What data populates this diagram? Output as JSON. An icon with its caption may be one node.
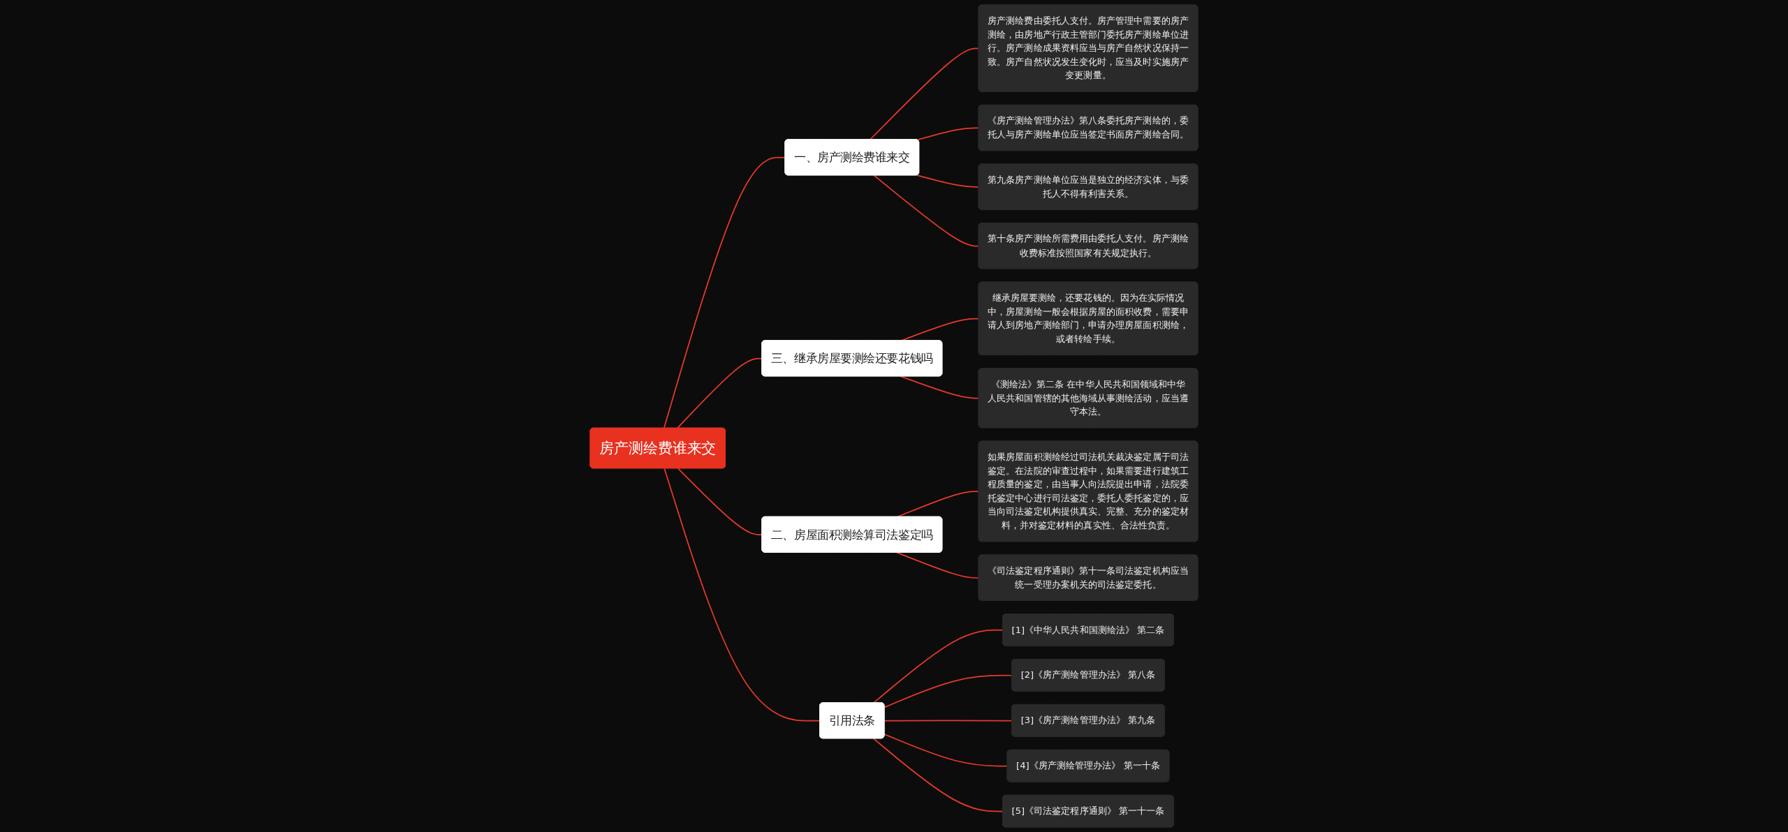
{
  "diagram": {
    "nodes": [
      {
        "text": [
          "房产测绘费谁来交"
        ]
      },
      {
        "text": [
          "一、房产测绘费谁来交"
        ]
      },
      {
        "text": [
          "房产测绘费由委托人支付。房产管理中需要的房产测绘，由房地产行政主管部门委托房产测绘单位进行。房产测绘成果资料应当与房产自然状况保持一致。房产自然状况发生变化时，应当及时实施房产变更测量。"
        ]
      },
      {
        "text": [
          "《房产测绘管理办法》第八条委托房产测绘的，委托人与房产测绘单位应当签定书面房产测绘合同。"
        ]
      },
      {
        "text": [
          "第九条房产测绘单位应当是独立的经济实体，与委托人不得有利害关系。"
        ]
      },
      {
        "text": [
          "第十条房产测绘所需费用由委托人支付。房产测绘收费标准按照国家有关规定执行。"
        ]
      },
      {
        "text": [
          "三、继承房屋要测绘还要花钱吗"
        ]
      },
      {
        "text": [
          "继承房屋要测绘，还要花钱的。因为在实际情况中，房屋测绘一般会根据房屋的面积收费，需要申请人到房地产测绘部门，申请办理房屋面积测绘，或者转绘手续。"
        ]
      },
      {
        "text": [
          "《测绘法》第二条 在中华人民共和国领域和中华人民共和国管辖的其他海域从事测绘活动，应当遵守本法。"
        ]
      },
      {
        "text": [
          "二、房屋面积测绘算司法鉴定吗"
        ]
      },
      {
        "text": [
          "如果房屋面积测绘经过司法机关裁决鉴定属于司法鉴定。在法院的审查过程中，如果需要进行建筑工程质量的鉴定，由当事人向法院提出申请，法院委托鉴定中心进行司法鉴定，委托人委托鉴定的，应当向司法鉴定机构提供真实、完整、充分的鉴定材料，并对鉴定材料的真实性、合法性负责。"
        ]
      },
      {
        "text": [
          "《司法鉴定程序通则》第十一条司法鉴定机构应当统一受理办案机关的司法鉴定委托。"
        ]
      },
      {
        "text": [
          "引用法条"
        ]
      },
      {
        "text": [
          "[1]《中华人民共和国测绘法》 第二条"
        ]
      },
      {
        "text": [
          "[2]《房产测绘管理办法》 第八条"
        ]
      },
      {
        "text": [
          "[3]《房产测绘管理办法》 第九条"
        ]
      },
      {
        "text": [
          "[4]《房产测绘管理办法》 第一十条"
        ]
      },
      {
        "text": [
          "[5]《司法鉴定程序通则》 第一十一条"
        ]
      }
    ],
    "edges": [
      {
        "from": 0,
        "to": 1,
        "arrow": "none"
      },
      {
        "from": 1,
        "to": 2,
        "arrow": "none"
      },
      {
        "from": 1,
        "to": 3,
        "arrow": "none"
      },
      {
        "from": 1,
        "to": 4,
        "arrow": "none"
      },
      {
        "from": 1,
        "to": 5,
        "arrow": "none"
      },
      {
        "from": 0,
        "to": 6,
        "arrow": "none"
      },
      {
        "from": 6,
        "to": 7,
        "arrow": "none"
      },
      {
        "from": 6,
        "to": 8,
        "arrow": "none"
      },
      {
        "from": 0,
        "to": 9,
        "arrow": "none"
      },
      {
        "from": 9,
        "to": 10,
        "arrow": "none"
      },
      {
        "from": 9,
        "to": 11,
        "arrow": "none"
      },
      {
        "from": 0,
        "to": 12,
        "arrow": "none"
      },
      {
        "from": 12,
        "to": 13,
        "arrow": "none"
      },
      {
        "from": 12,
        "to": 14,
        "arrow": "none"
      },
      {
        "from": 12,
        "to": 15,
        "arrow": "none"
      },
      {
        "from": 12,
        "to": 16,
        "arrow": "none"
      },
      {
        "from": 12,
        "to": 17,
        "arrow": "none"
      }
    ]
  }
}
